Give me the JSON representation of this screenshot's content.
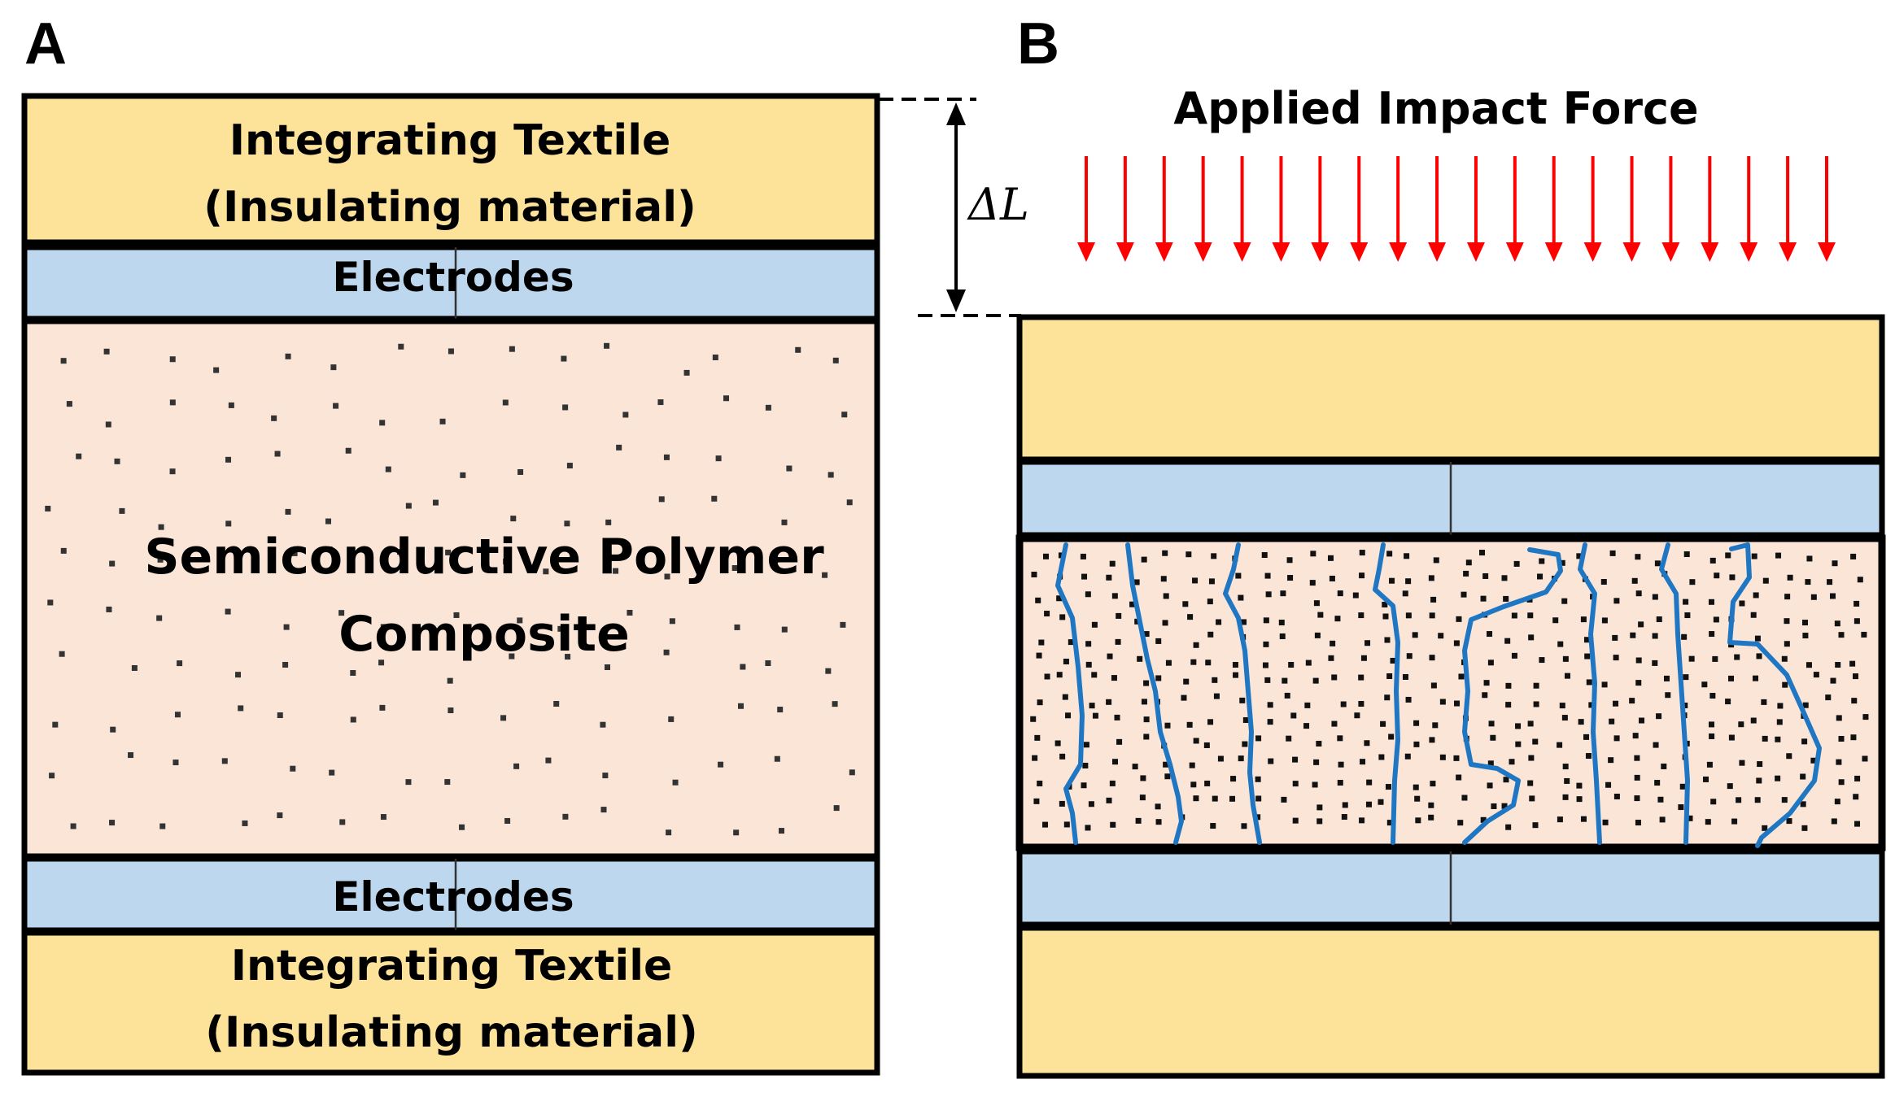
{
  "panel_a": {
    "letter": "A",
    "top_textile": {
      "line1": "Integrating Textile",
      "line2": "(Insulating material)"
    },
    "top_electrode": "Electrodes",
    "composite": {
      "line1": "Semiconductive Polymer",
      "line2": "Composite"
    },
    "bottom_electrode": "Electrodes",
    "bottom_textile": {
      "line1": "Integrating Textile",
      "line2": "(Insulating material)"
    }
  },
  "panel_b": {
    "letter": "B",
    "force_label": "Applied Impact Force",
    "delta_label": "ΔL",
    "arrow_count": 20
  },
  "colors": {
    "textile": "#fde399",
    "electrode": "#bdd7ee",
    "composite": "#fbe5d6",
    "outline": "#000000",
    "force_arrow": "#ff0000",
    "conductive_path": "#1f77c4",
    "particle": "#333333"
  }
}
